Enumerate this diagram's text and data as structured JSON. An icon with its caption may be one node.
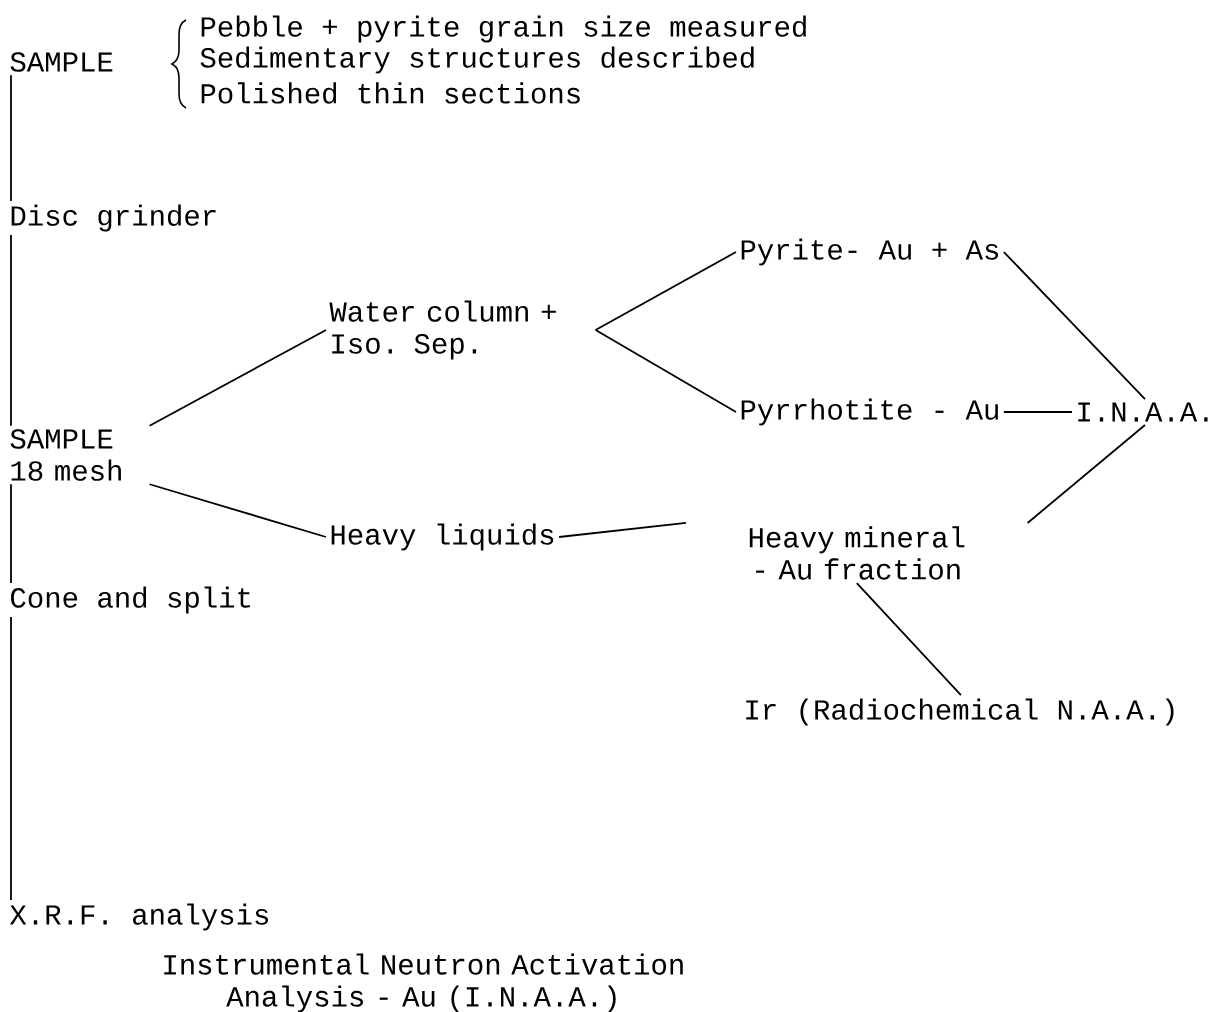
{
  "diagram": {
    "nodes": [
      {
        "text": [
          "SAMPLE"
        ]
      },
      {
        "text": [
          "Disc grinder"
        ]
      },
      {
        "text": [
          "SAMPLE 18 mesh"
        ]
      },
      {
        "text": [
          "Cone and split"
        ]
      },
      {
        "text": [
          "X.R.F. analysis"
        ]
      },
      {
        "text": [
          "Water column + Iso. Sep."
        ]
      },
      {
        "text": [
          "Heavy liquids"
        ]
      },
      {
        "text": [
          "Pyrite- Au + As"
        ]
      },
      {
        "text": [
          "Pyrrhotite - Au"
        ]
      },
      {
        "text": [
          "Heavy mineral - Au fraction"
        ]
      },
      {
        "text": [
          "I.N.A.A."
        ]
      },
      {
        "text": [
          "Ir (Radiochemical N.A.A.)"
        ]
      }
    ],
    "edges": [
      {
        "from": 0,
        "to": 1,
        "arrow": "none"
      },
      {
        "from": 1,
        "to": 2,
        "arrow": "none"
      },
      {
        "from": 2,
        "to": 3,
        "arrow": "none"
      },
      {
        "from": 3,
        "to": 4,
        "arrow": "none"
      },
      {
        "from": 2,
        "to": 5,
        "arrow": "none"
      },
      {
        "from": 2,
        "to": 6,
        "arrow": "none"
      },
      {
        "from": 5,
        "to": 7,
        "arrow": "none"
      },
      {
        "from": 5,
        "to": 8,
        "arrow": "none"
      },
      {
        "from": 6,
        "to": 9,
        "arrow": "none"
      },
      {
        "from": 7,
        "to": 10,
        "arrow": "none"
      },
      {
        "from": 8,
        "to": 10,
        "arrow": "none"
      },
      {
        "from": 9,
        "to": 10,
        "arrow": "none"
      },
      {
        "from": 9,
        "to": 11,
        "arrow": "none"
      }
    ],
    "labels": [
      "Pebble + pyrite grain size measured",
      "Sedimentary structures described",
      "Polished thin sections",
      "Instrumental Neutron Activation Analysis - Au (I.N.A.A.)"
    ]
  }
}
